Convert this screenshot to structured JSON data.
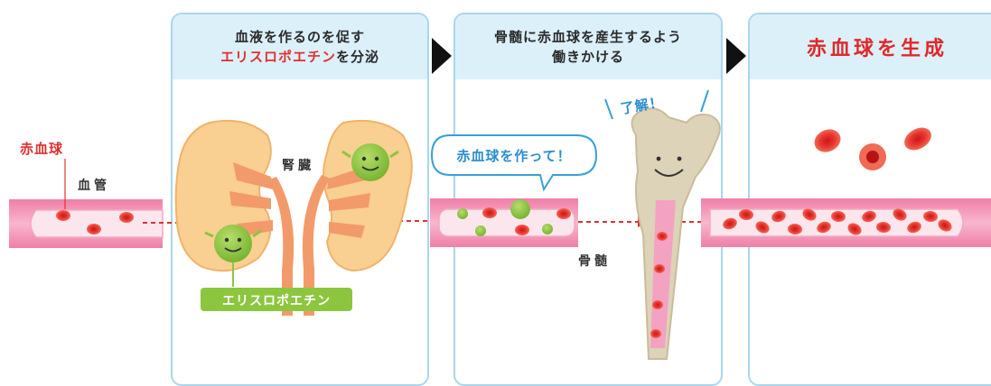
{
  "panels": [
    {
      "line1": "血液を作るのを促す",
      "line2_red": "エリスロポエチン",
      "line2_rest": "を分泌"
    },
    {
      "line1": "骨髄に赤血球を産生するよう",
      "line2": "働きかける"
    },
    {
      "title": "赤血球を生成"
    }
  ],
  "labels": {
    "red_blood_cell": "赤血球",
    "blood_vessel": "血管",
    "kidney": "腎臓",
    "erythropoietin": "エリスロポエチン",
    "bone_marrow": "骨髄"
  },
  "speech": {
    "request": "赤血球を作って！",
    "reply": "了解！"
  },
  "colors": {
    "panel_border": "#a9d6ee",
    "panel_header": "#dcf0fa",
    "accent_red": "#e03030",
    "vessel": "#f7a8c4",
    "kidney": "#f9cf92",
    "epo_green": "#8cc63f",
    "bone": "#ddd3b8"
  }
}
